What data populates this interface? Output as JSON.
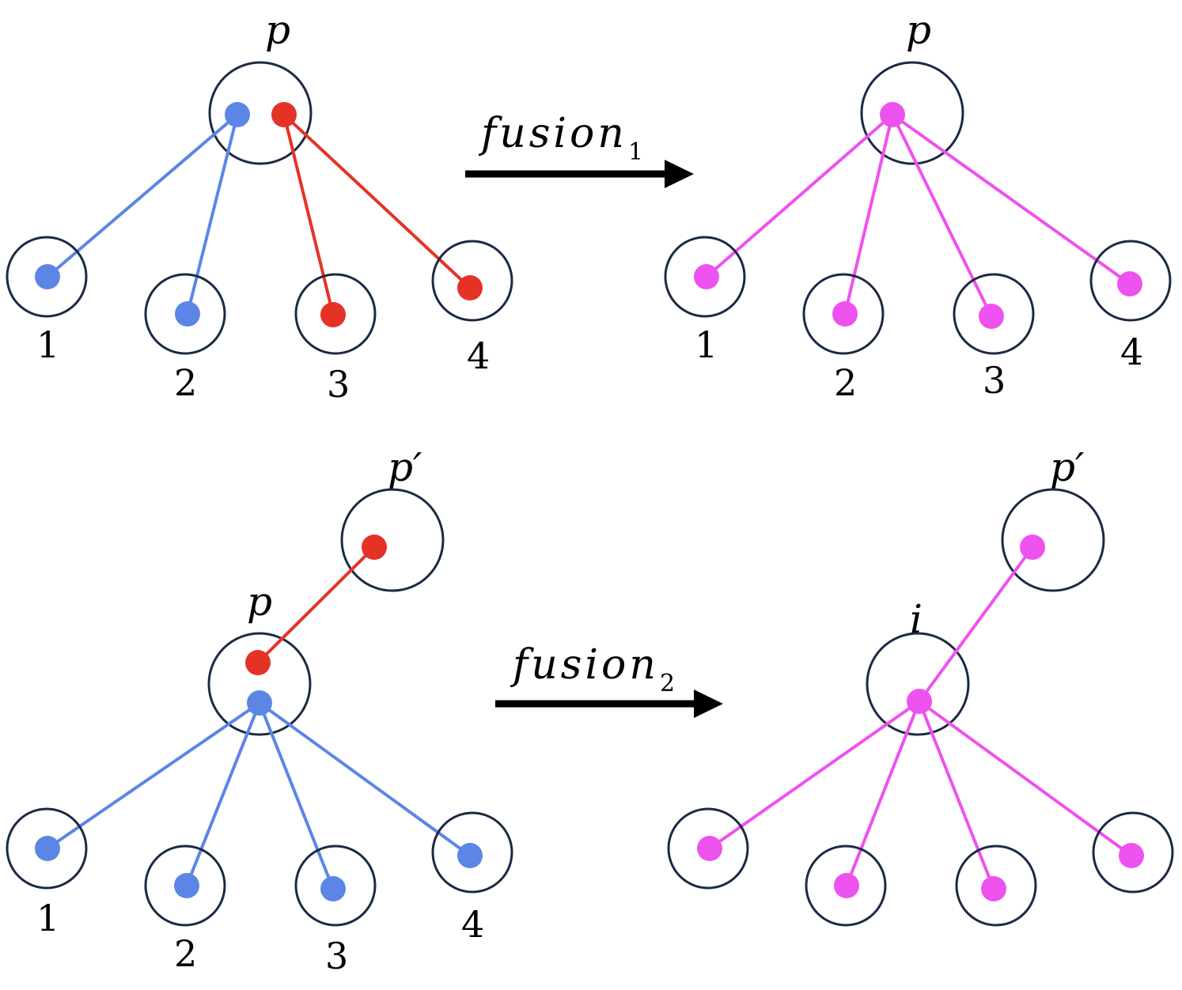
{
  "colors": {
    "blue": "#5b86e5",
    "red": "#e43325",
    "magenta": "#ee52ee",
    "circle": "#1b2a44",
    "arrow": "#000000"
  },
  "panel_a_left": {
    "parent_label": "p",
    "child_labels": [
      "1",
      "2",
      "3",
      "4"
    ]
  },
  "panel_a_right": {
    "parent_label": "p",
    "child_labels": [
      "1",
      "2",
      "3",
      "4"
    ]
  },
  "arrow_top": {
    "label": "fusion",
    "subscript": "1"
  },
  "panel_b_left": {
    "grandparent_label": "p′",
    "parent_label": "p",
    "child_labels": [
      "1",
      "2",
      "3",
      "4"
    ]
  },
  "panel_b_right": {
    "grandparent_label": "p′",
    "parent_label": "i"
  },
  "arrow_bottom": {
    "label": "fusion",
    "subscript": "2"
  }
}
